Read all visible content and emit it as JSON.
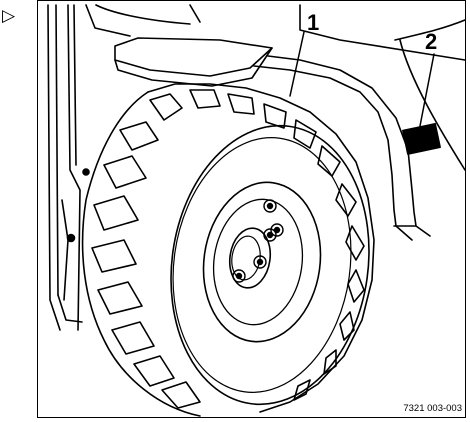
{
  "marker": "▷",
  "callouts": {
    "one": "1",
    "two": "2"
  },
  "figure_ref": "7321 003-003",
  "colors": {
    "ink": "#000000",
    "paper": "#ffffff"
  }
}
